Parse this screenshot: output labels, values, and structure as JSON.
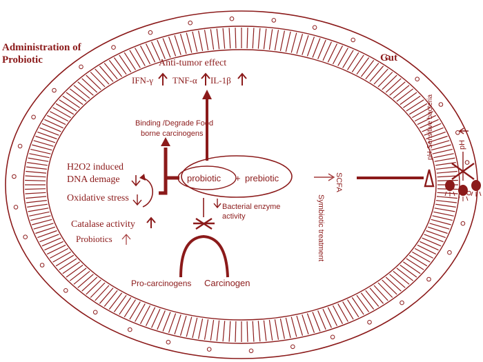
{
  "colors": {
    "main": "#8b1a1a",
    "light": "#a33a3a"
  },
  "labels": {
    "admin_line1": "Administration of",
    "admin_line2": "Probiotic",
    "gut": "Gut",
    "anti_tumor": "Anti-tumor effect",
    "ifn": "IFN-γ",
    "tnf": "TNF-α",
    "il": "IL-1β",
    "binding_line1": "Binding /Degrade Food",
    "binding_line2": "borne carcinogens",
    "h2o2_line1": "H2O2 induced",
    "h2o2_line2": "DNA demage",
    "oxidative": "Oxidative stress",
    "catalase": "Catalase activity",
    "probiotics": "Probiotics",
    "probiotic": "probiotic",
    "plus": "+",
    "prebiotic": "prebiotic",
    "scfa": "SCFA",
    "symbiotic": "Symbiotic treatment",
    "bacterial_line1": "Bacterial enzyme",
    "bacterial_line2": "activity",
    "pro_carcinogens": "Pro-carcinogens",
    "carcinogen": "Carcinogen",
    "ph_sensitive": "pH-Sensitive bacteria",
    "ph": "pH"
  }
}
